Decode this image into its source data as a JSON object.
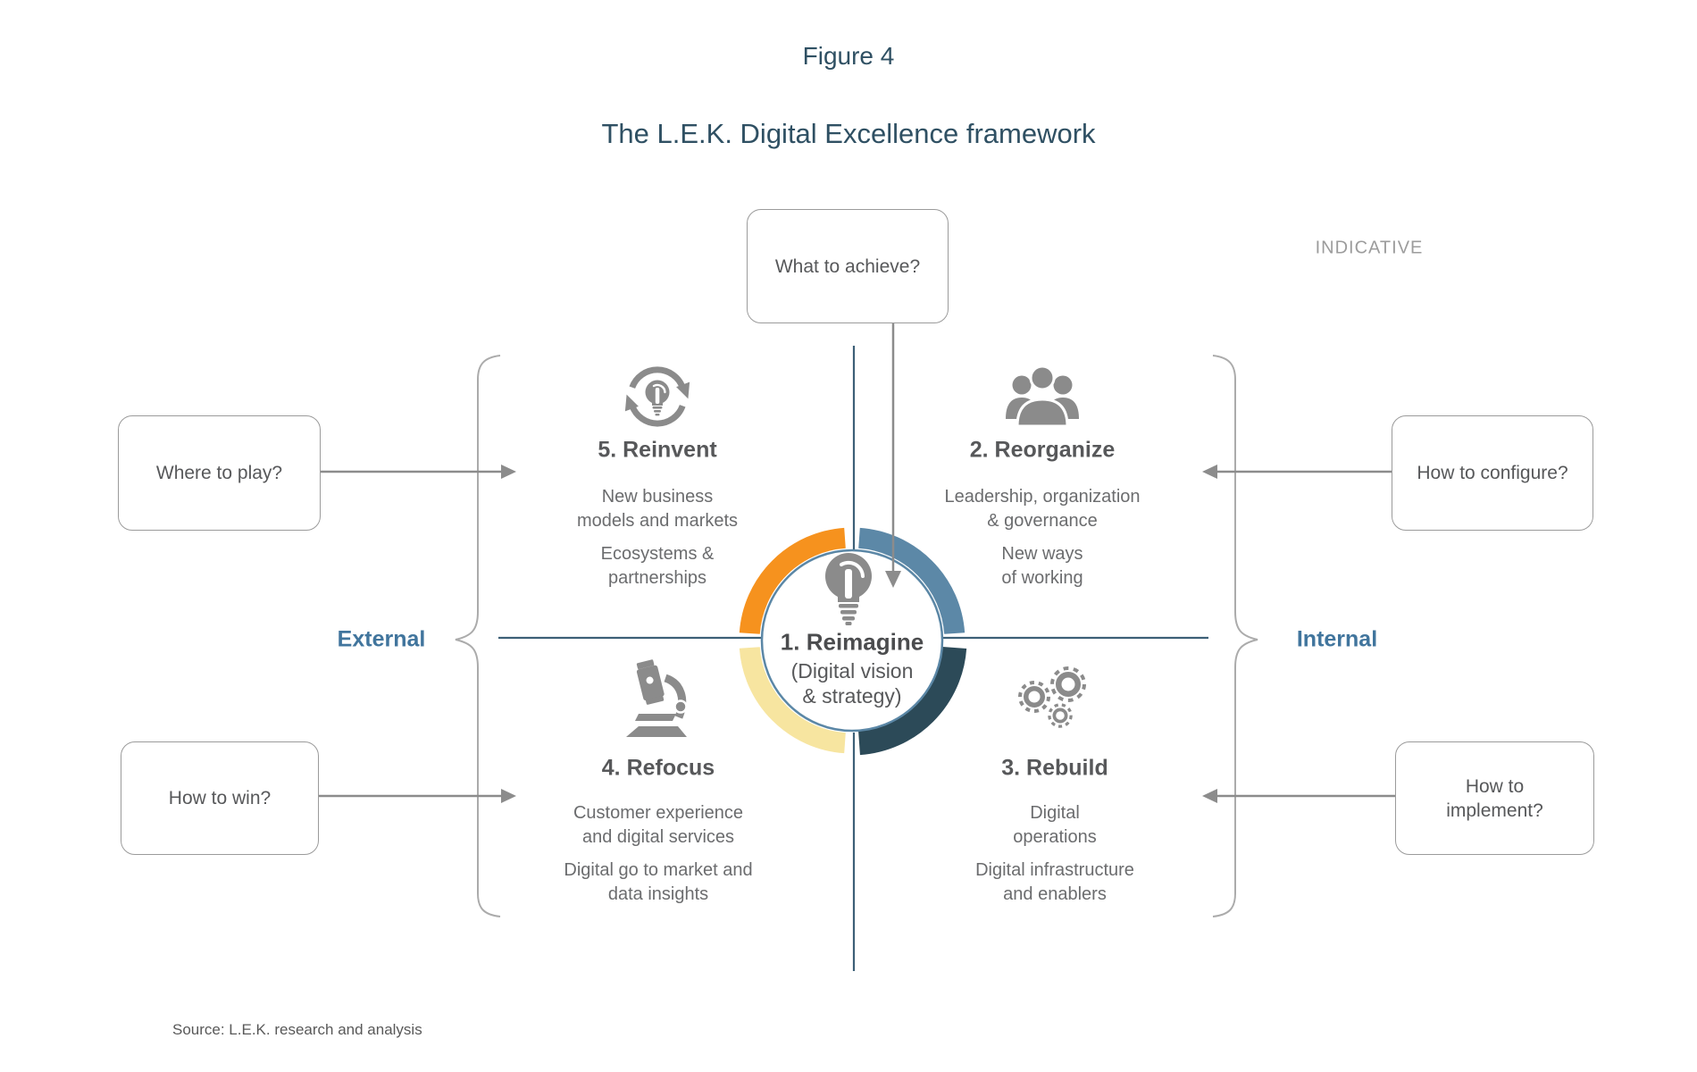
{
  "figure": {
    "label": "Figure 4",
    "title": "The L.E.K. Digital Excellence framework",
    "tag": "INDICATIVE",
    "source": "Source: L.E.K. research and analysis"
  },
  "questions": {
    "top": "What to achieve?",
    "left_top": "Where to play?",
    "left_bottom": "How to win?",
    "right_top": "How to configure?",
    "right_bottom": "How to\nimplement?"
  },
  "axis": {
    "left": "External",
    "right": "Internal"
  },
  "center": {
    "title": "1. Reimagine",
    "subtitle": "(Digital vision\n& strategy)",
    "icon": "lightbulb-icon"
  },
  "quadrants": [
    {
      "id": "reorganize",
      "title": "2. Reorganize",
      "points": [
        "Leadership, organization\n& governance",
        "New ways\nof working"
      ],
      "icon": "people-icon",
      "arc_color": "#5C88A7"
    },
    {
      "id": "rebuild",
      "title": "3. Rebuild",
      "points": [
        "Digital\noperations",
        "Digital infrastructure\nand enablers"
      ],
      "icon": "gears-icon",
      "arc_color": "#2C4A58"
    },
    {
      "id": "refocus",
      "title": "4. Refocus",
      "points": [
        "Customer experience\nand digital services",
        "Digital go to market and\ndata insights"
      ],
      "icon": "microscope-icon",
      "arc_color": "#F7E5A0"
    },
    {
      "id": "reinvent",
      "title": "5. Reinvent",
      "points": [
        "New business\nmodels and markets",
        "Ecosystems &\npartnerships"
      ],
      "icon": "refresh-bulb-icon",
      "arc_color": "#F6921E"
    }
  ],
  "colors": {
    "title_text": "#2F5063",
    "heading_text": "#57585A",
    "body_text": "#6B6C6E",
    "axis_text": "#41759D",
    "divider_line": "#3D6077",
    "circle_border": "#5B87A6",
    "arrow_gray": "#8C8C8C",
    "icon_gray": "#8B8B8B",
    "arc_orange": "#F6921E",
    "arc_steel_blue": "#5C88A7",
    "arc_pale_yellow": "#F7E5A0",
    "arc_dark_slate": "#2C4A58"
  }
}
